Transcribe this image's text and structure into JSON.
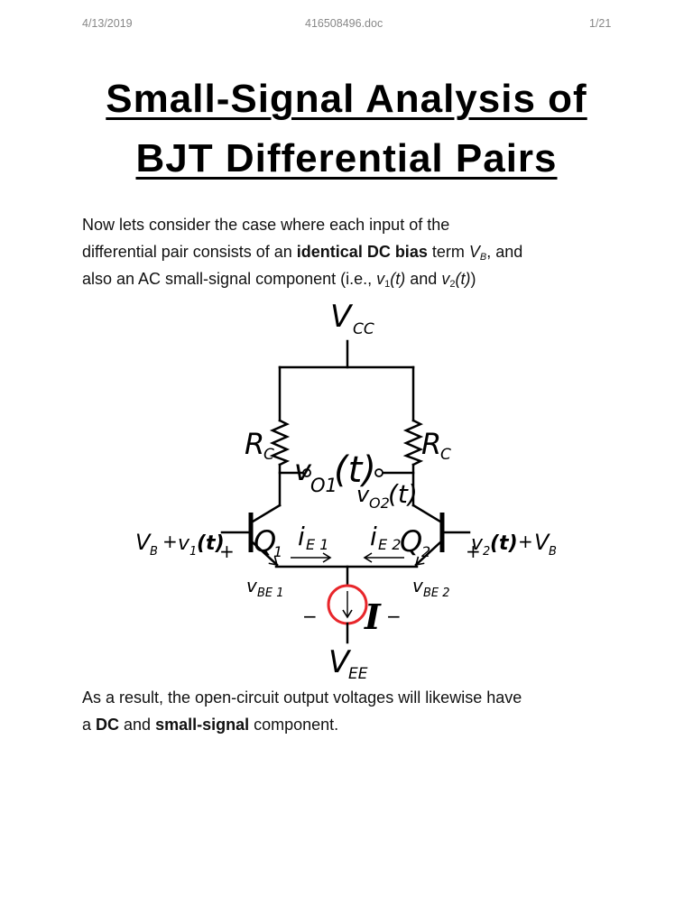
{
  "header": {
    "date": "4/13/2019",
    "filename": "416508496.doc",
    "page_number": "1/21"
  },
  "title": {
    "line1": "Small-Signal Analysis of",
    "line2": "BJT Differential Pairs"
  },
  "intro": {
    "line1": "Now lets consider the case where each input of the",
    "line2_start": "differential pair consists of an ",
    "line2_bold": "identical DC bias",
    "line2_mid": " term ",
    "bias_symbol": "V",
    "bias_sub": "B",
    "line2_end": ", and",
    "line3_start": "also an AC small-signal component (i.e., ",
    "signal1_symbol": "v",
    "signal1_sub": "1",
    "signal1_arg": "(t)",
    "line3_mid": " and ",
    "signal2_symbol": "v",
    "signal2_sub": "2",
    "signal2_arg": "(t)",
    "line3_end": ")"
  },
  "circuit": {
    "vcc": {
      "symbol": "V",
      "sub": "CC"
    },
    "vee": {
      "symbol": "V",
      "sub": "EE"
    },
    "rc_left": {
      "symbol": "R",
      "sub": "C"
    },
    "rc_right": {
      "symbol": "R",
      "sub": "C"
    },
    "vo1": {
      "symbol": "v",
      "sub": "O1",
      "arg": "(t)"
    },
    "vo2": {
      "symbol": "v",
      "sub": "O2",
      "arg": "(t)"
    },
    "input_left": {
      "bias_symbol": "V",
      "bias_sub": "B",
      "op": "+",
      "signal_symbol": "v",
      "signal_sub": "1",
      "arg": "(t)"
    },
    "input_right": {
      "signal_symbol": "v",
      "signal_sub": "2",
      "arg": "(t)",
      "op": "+",
      "bias_symbol": "V",
      "bias_sub": "B"
    },
    "q1": {
      "symbol": "Q",
      "sub": "1"
    },
    "q2": {
      "symbol": "Q",
      "sub": "2"
    },
    "ie1": {
      "symbol": "i",
      "sub": "E 1"
    },
    "ie2": {
      "symbol": "i",
      "sub": "E 2"
    },
    "vbe1": {
      "symbol": "v",
      "sub": "BE 1",
      "plus": "+",
      "minus": "−"
    },
    "vbe2": {
      "symbol": "v",
      "sub": "BE 2",
      "plus": "+",
      "minus": "−"
    },
    "current_source": {
      "symbol": "I"
    }
  },
  "conclusion": {
    "line1": "As a result, the open-circuit output voltages will likewise have",
    "line2_start": "a ",
    "line2_bold1": "DC",
    "line2_mid": " and ",
    "line2_bold2": "small-signal",
    "line2_end": " component."
  },
  "colors": {
    "text": "#000000",
    "header_text": "#888888",
    "current_source_outline": "#e8262b"
  }
}
